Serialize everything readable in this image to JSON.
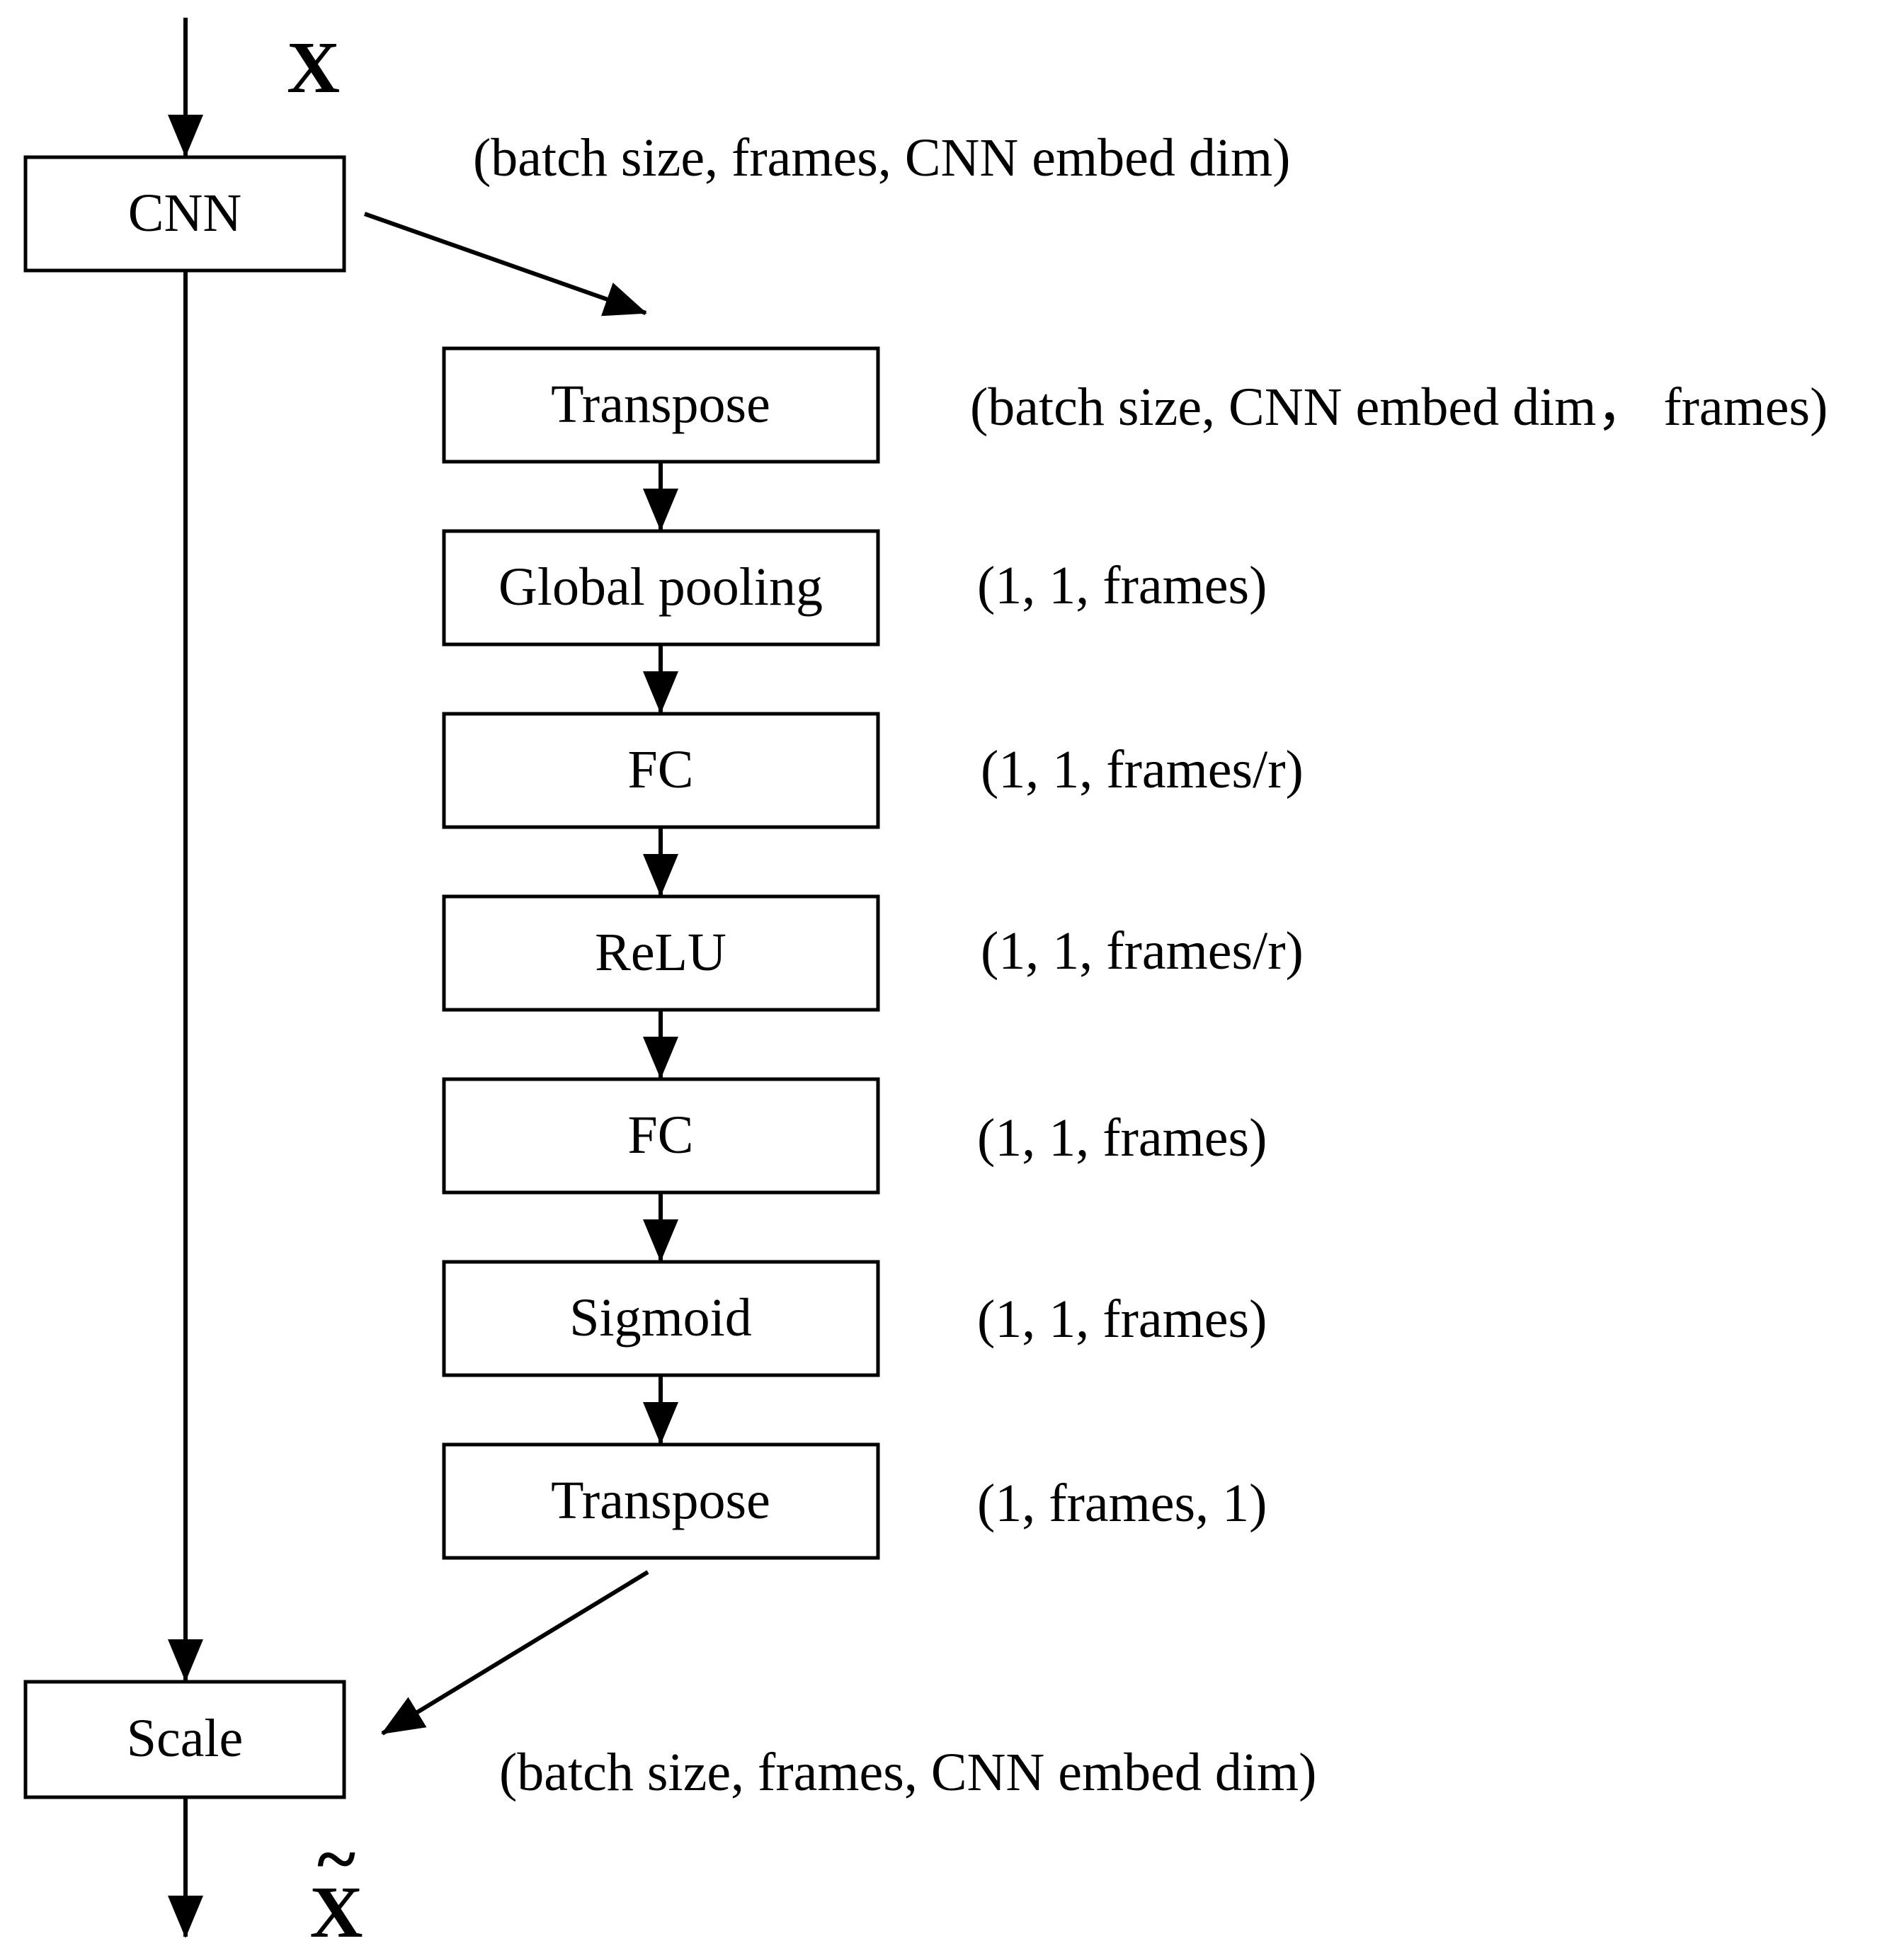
{
  "input_label": "X",
  "output_label": "X",
  "output_accent": "~",
  "nodes": {
    "cnn": "CNN",
    "transpose_1": "Transpose",
    "global_pooling": "Global pooling",
    "fc_1": "FC",
    "relu": "ReLU",
    "fc_2": "FC",
    "sigmoid": "Sigmoid",
    "transpose_2": "Transpose",
    "scale": "Scale"
  },
  "dims": {
    "cnn_out": "(batch size, frames, CNN embed dim)",
    "transpose_1": "(batch size, CNN embed dim， frames)",
    "global_pooling": "(1, 1, frames)",
    "fc_1": "(1, 1, frames/r)",
    "relu": "(1, 1, frames/r)",
    "fc_2": "(1, 1, frames)",
    "sigmoid": "(1, 1, frames)",
    "transpose_2": "(1, frames, 1)",
    "scale_out": "(batch size, frames, CNN embed dim)"
  }
}
